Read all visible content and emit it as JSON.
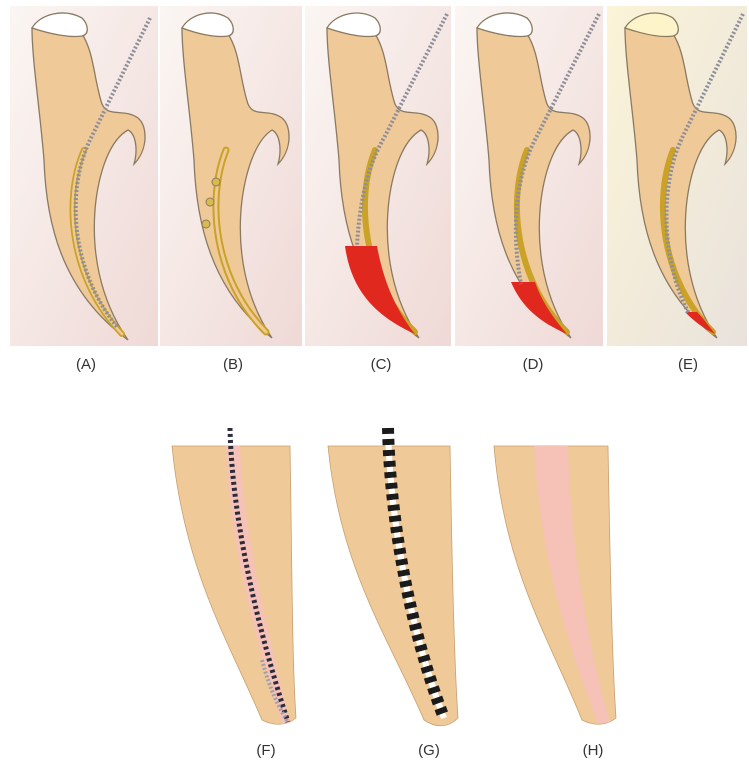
{
  "figure": {
    "panels_top": [
      {
        "id": "A",
        "label": "(A)",
        "file": true,
        "file_depth": "full",
        "red_fill": "none",
        "nodules": false
      },
      {
        "id": "B",
        "label": "(B)",
        "file": false,
        "file_depth": "none",
        "red_fill": "none",
        "nodules": true
      },
      {
        "id": "C",
        "label": "(C)",
        "file": true,
        "file_depth": "middle",
        "red_fill": "large",
        "nodules": false
      },
      {
        "id": "D",
        "label": "(D)",
        "file": true,
        "file_depth": "deep",
        "red_fill": "medium",
        "nodules": false
      },
      {
        "id": "E",
        "label": "(E)",
        "file": true,
        "file_depth": "near-apex",
        "red_fill": "small",
        "nodules": false
      }
    ],
    "panels_bottom": [
      {
        "id": "F",
        "label": "(F)",
        "instrument": "thin"
      },
      {
        "id": "G",
        "label": "(G)",
        "instrument": "thick"
      },
      {
        "id": "H",
        "label": "(H)",
        "instrument": "none"
      }
    ]
  },
  "colors": {
    "tooth": "#efc998",
    "tooth_outline": "#8a7a62",
    "crown": "#ffffff",
    "canal_gold": "#c9a227",
    "filling_red": "#e0281e",
    "canal_pink": "#f6c1b7",
    "file_steel": "#9a9aa6"
  }
}
